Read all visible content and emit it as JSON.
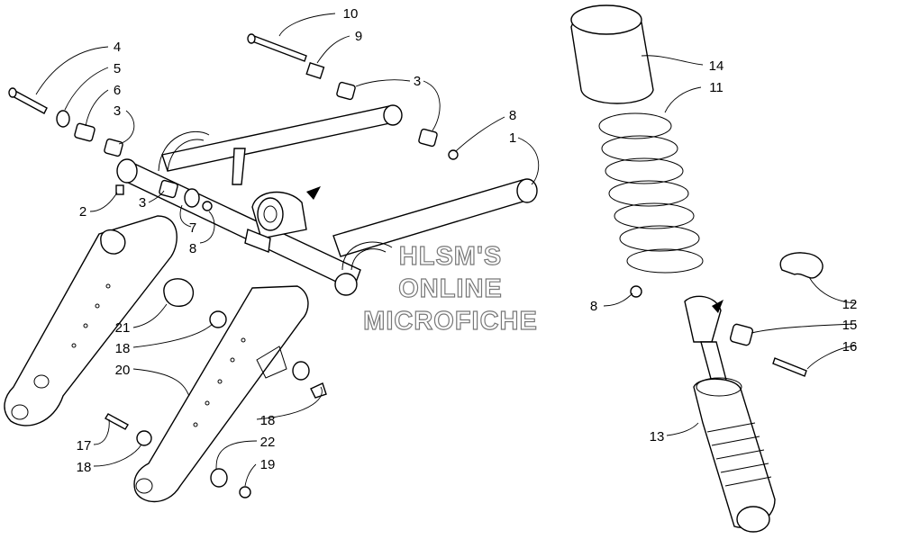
{
  "watermark": {
    "line1": "HLSM'S",
    "line2": "ONLINE",
    "line3": "MICROFICHE"
  },
  "callouts": {
    "c1": "1",
    "c2": "2",
    "c3a": "3",
    "c3b": "3",
    "c3c": "3",
    "c4": "4",
    "c5": "5",
    "c6": "6",
    "c7": "7",
    "c8a": "8",
    "c8b": "8",
    "c8c": "8",
    "c9": "9",
    "c10": "10",
    "c11": "11",
    "c12": "12",
    "c13": "13",
    "c14": "14",
    "c15": "15",
    "c16": "16",
    "c17": "17",
    "c18a": "18",
    "c18b": "18",
    "c18c": "18",
    "c19": "19",
    "c20": "20",
    "c21": "21",
    "c22": "22"
  }
}
